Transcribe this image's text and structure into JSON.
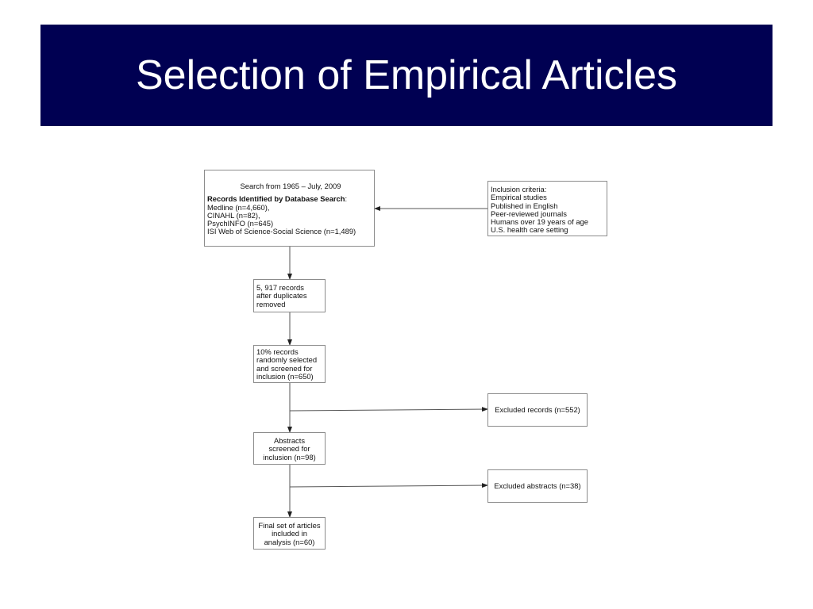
{
  "slide": {
    "title": "Selection of Empirical Articles",
    "title_bar_color": "#000052",
    "title_text_color": "#ffffff"
  },
  "flowchart": {
    "search": {
      "line1": "Search from 1965 – July, 2009",
      "heading": "Records Identified by Database Search",
      "heading_suffix": ":",
      "line2": "Medline (n=4,660),",
      "line3": "CINAHL (n=82),",
      "line4": "PsychINFO (n=645)",
      "line5": "ISI Web of Science-Social Science (n=1,489)"
    },
    "criteria": {
      "line1": "Inclusion criteria:",
      "line2": "Empirical studies",
      "line3": "Published in English",
      "line4": "Peer-reviewed journals",
      "line5": "Humans over 19 years of age",
      "line6": "U.S. health care setting"
    },
    "dedup": {
      "line1": "5, 917 records",
      "line2": "after duplicates",
      "line3": "removed"
    },
    "sample": {
      "line1": "10% records",
      "line2": "randomly selected",
      "line3": "and screened for",
      "line4": "inclusion (n=650)"
    },
    "excluded_records": {
      "label": "Excluded records (n=552)"
    },
    "abstracts": {
      "line1": "Abstracts",
      "line2": "screened for",
      "line3": "inclusion (n=98)"
    },
    "excluded_abstracts": {
      "label": "Excluded abstracts (n=38)"
    },
    "final": {
      "line1": "Final set of articles",
      "line2": "included in",
      "line3": "analysis (n=60)"
    }
  }
}
